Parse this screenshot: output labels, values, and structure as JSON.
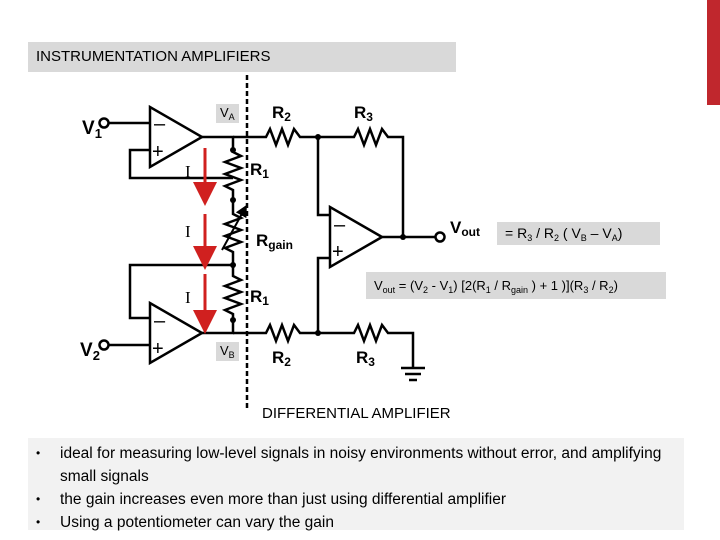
{
  "title": "INSTRUMENTATION AMPLIFIERS",
  "labels": {
    "v1": "V",
    "v1_sub": "1",
    "v2": "V",
    "v2_sub": "2",
    "va": "V",
    "va_sub": "A",
    "vb": "V",
    "vb_sub": "B",
    "r1_top": "R",
    "r1_top_sub": "1",
    "r1_bot": "R",
    "r1_bot_sub": "1",
    "r2_top": "R",
    "r2_top_sub": "2",
    "r2_bot": "R",
    "r2_bot_sub": "2",
    "r3_top": "R",
    "r3_top_sub": "3",
    "r3_bot": "R",
    "r3_bot_sub": "3",
    "rgain": "R",
    "rgain_sub": "gain",
    "vout": "V",
    "vout_sub": "out",
    "current_1": "I",
    "current_2": "I",
    "current_3": "I"
  },
  "formula1": {
    "p1": "= R",
    "s1": "3",
    "p2": " / R",
    "s2": "2",
    "p3": " ( V",
    "s3": "B",
    "p4": " – V",
    "s4": "A",
    "p5": ")"
  },
  "formula2": {
    "p1": "V",
    "s1": "out",
    "p2": " = (V",
    "s2": "2",
    "p3": " - V",
    "s3": "1",
    "p4": ") [2(R",
    "s4": "1",
    "p5": " / R",
    "s5": "gain",
    "p6": " ) + 1 )](R",
    "s6": "3",
    "p7": " / R",
    "s7": "2",
    "p8": ")"
  },
  "diff_label": "DIFFERENTIAL AMPLIFIER",
  "bullets": [
    "ideal for measuring low-level signals in noisy environments without error, and amplifying small signals",
    "the gain increases even more than just using differential amplifier",
    "Using a potentiometer can vary the gain"
  ],
  "colors": {
    "accent": "#c0272d",
    "arrow": "#d0201f",
    "box": "#d9d9d9",
    "bullet_bg": "#f2f2f2"
  }
}
